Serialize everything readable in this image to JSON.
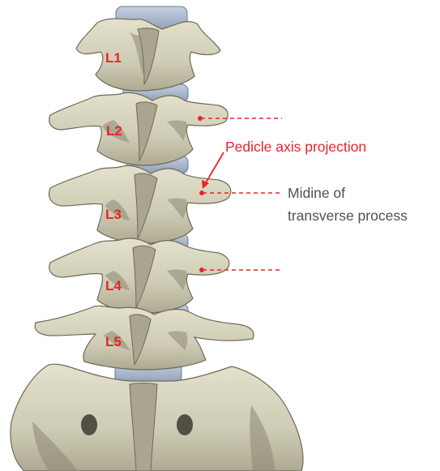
{
  "levels": {
    "l1": "L1",
    "l2": "L2",
    "l3": "L3",
    "l4": "L4",
    "l5": "L5"
  },
  "annotations": {
    "pedicle_axis": "Pedicle axis projection",
    "midline_line1": "Midine of",
    "midline_line2": "transverse process"
  },
  "colors": {
    "annotation_red": "#e8242c",
    "annotation_gray": "#505050",
    "bone": "#d6d3bd",
    "disc": "#a9b8cc"
  }
}
